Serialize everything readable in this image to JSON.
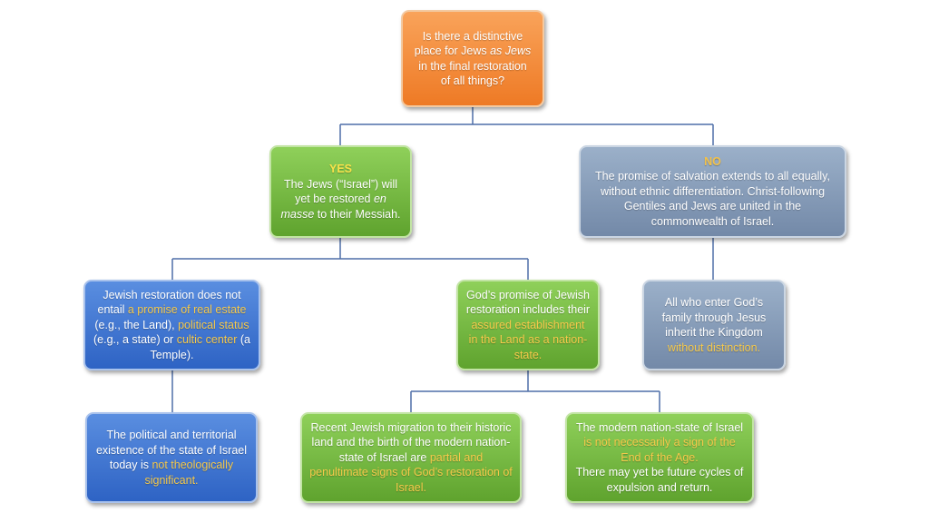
{
  "colors": {
    "root": "#ee7a25",
    "yes_branch": "#5fa32e",
    "no_branch": "#7389a8",
    "negative_view": "#2e63c4",
    "highlight": "#f6c94b",
    "connector": "#4f6fa8"
  },
  "root": {
    "line1": "Is there a distinctive",
    "line2_pre": "place for Jews ",
    "line2_em": "as Jews",
    "line3": "in the final restoration",
    "line4": "of all things?"
  },
  "yes": {
    "label": "YES",
    "text_pre": "The Jews (“Israel”) will yet be restored ",
    "text_em": "en masse",
    "text_post": " to their Messiah."
  },
  "no": {
    "label": "NO",
    "text": "The promise of salvation extends to all equally, without ethnic differentiation. Christ-following Gentiles and Jews are united in the commonwealth of Israel."
  },
  "no_child": {
    "text": "All who enter God’s family through Jesus inherit the Kingdom ",
    "highlight": "without distinction."
  },
  "yes_left": {
    "t1": "Jewish restoration does not entail ",
    "h1": "a promise of real estate",
    "t2": " (e.g., the Land), ",
    "h2": "political status",
    "t3": " (e.g., a state) or ",
    "h3": "cultic center",
    "t4": " (a Temple)."
  },
  "yes_left_child": {
    "text": "The political and territorial existence of the state of Israel today is ",
    "highlight": "not theologically significant."
  },
  "yes_right": {
    "text": "God’s promise of Jewish restoration includes their ",
    "highlight": "assured establishment in the Land as a nation-state."
  },
  "yes_right_child_left": {
    "text": "Recent Jewish migration to their historic land and the birth of the modern nation-state of Israel are ",
    "highlight": "partial and penultimate signs of God’s restoration of Israel."
  },
  "yes_right_child_right": {
    "t1": "The modern nation-state of Israel ",
    "h1": "is not necessarily a sign of the End of the Age.",
    "t2": "There may yet be future cycles of expulsion and return."
  }
}
